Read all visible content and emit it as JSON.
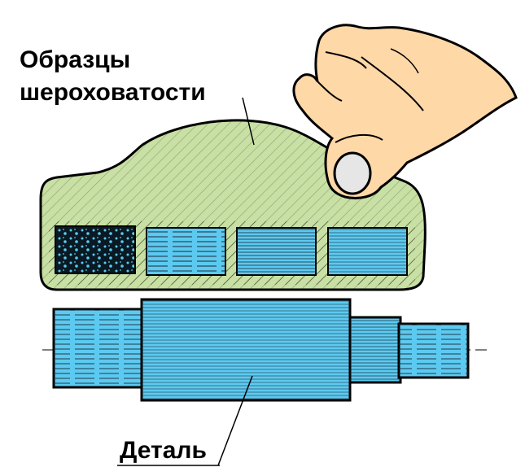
{
  "labels": {
    "roughness_samples_line1": "Образцы",
    "roughness_samples_line2": "шероховатости",
    "part": "Деталь"
  },
  "icons": {
    "hand": "hand-icon",
    "sample_block": "roughness-sample-block",
    "shaft": "stepped-shaft"
  },
  "colors": {
    "sample_block_fill": "#c8e0a4",
    "part_fill": "#5ccaf0",
    "outline": "#000000",
    "hand_fill": "#ffd8a8",
    "nail_fill": "#e6e6e6"
  }
}
